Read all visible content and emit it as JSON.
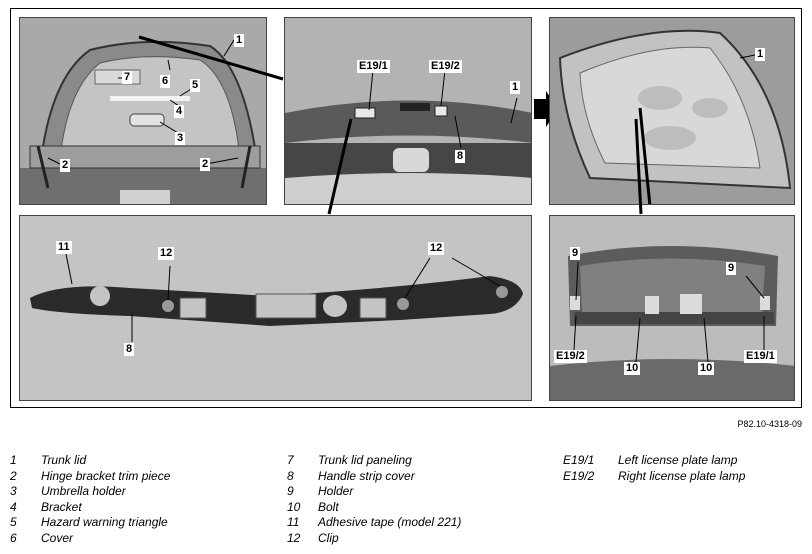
{
  "figure_id": "P82.10-4318-09",
  "callouts": {
    "p1": [
      "1",
      "7",
      "6",
      "5",
      "4",
      "3",
      "2",
      "2"
    ],
    "p2": [
      "E19/1",
      "E19/2",
      "1",
      "8"
    ],
    "p3": [
      "1"
    ],
    "p4": [
      "11",
      "12",
      "12",
      "8"
    ],
    "p5": [
      "9",
      "9",
      "E19/2",
      "10",
      "10",
      "E19/1"
    ]
  },
  "legend": [
    {
      "num": "1",
      "text": "Trunk lid"
    },
    {
      "num": "2",
      "text": "Hinge bracket trim piece"
    },
    {
      "num": "3",
      "text": "Umbrella holder"
    },
    {
      "num": "4",
      "text": "Bracket"
    },
    {
      "num": "5",
      "text": "Hazard warning triangle"
    },
    {
      "num": "6",
      "text": "Cover"
    },
    {
      "num": "7",
      "text": "Trunk lid paneling"
    },
    {
      "num": "8",
      "text": "Handle strip cover"
    },
    {
      "num": "9",
      "text": "Holder"
    },
    {
      "num": "10",
      "text": "Bolt"
    },
    {
      "num": "11",
      "text": "Adhesive tape (model 221)"
    },
    {
      "num": "12",
      "text": "Clip"
    },
    {
      "num": "E19/1",
      "text": "Left license plate lamp"
    },
    {
      "num": "E19/2",
      "text": "Right license plate lamp"
    }
  ]
}
